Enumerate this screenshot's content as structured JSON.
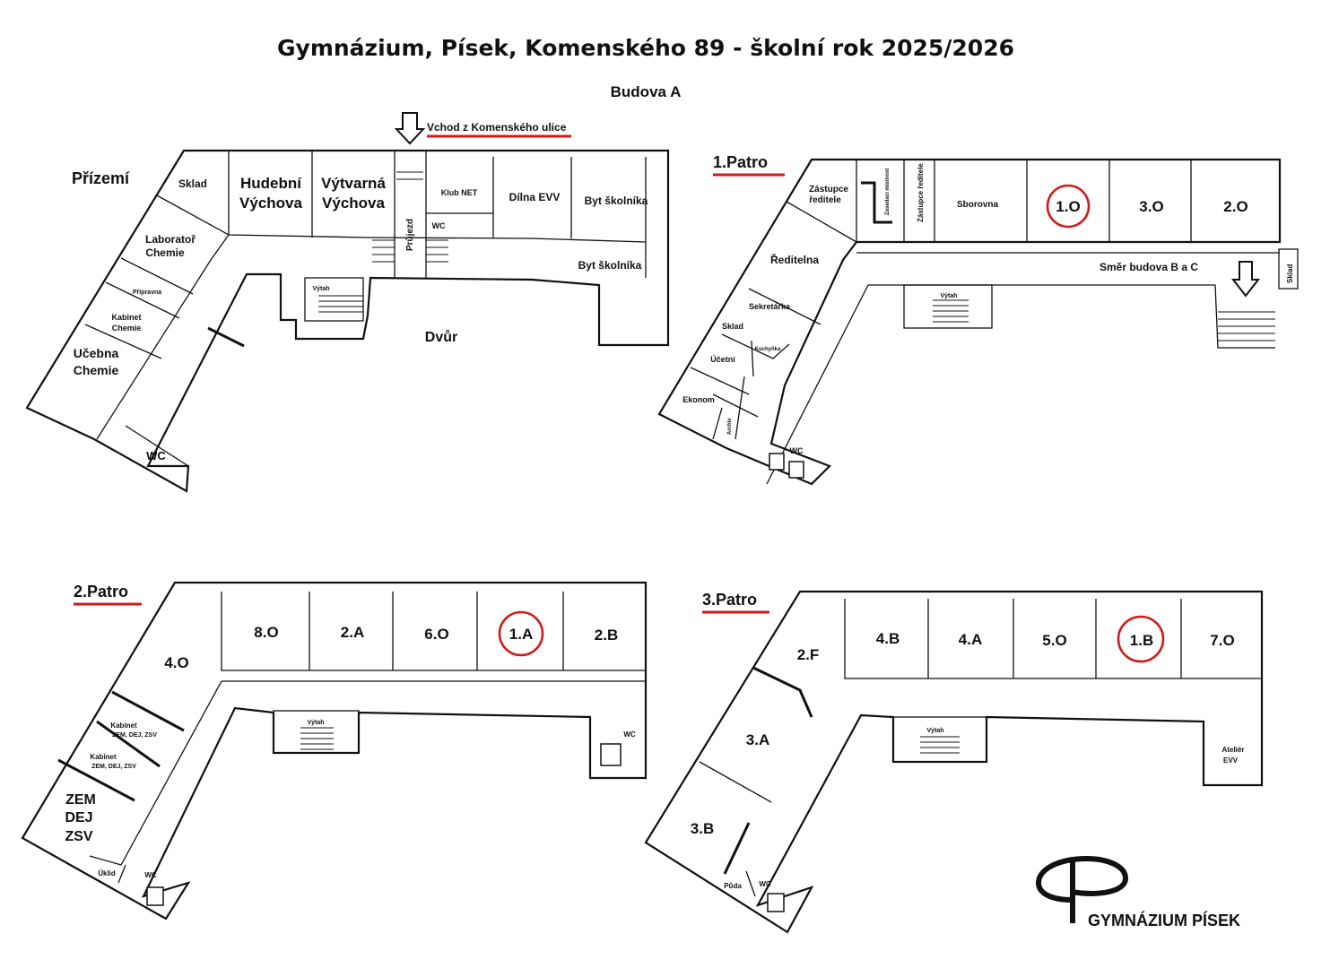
{
  "title": "Gymnázium, Písek, Komenského 89 - školní rok 2025/2026",
  "building": "Budova A",
  "entrance": "Vchod z Komenského ulice",
  "floors": {
    "ground": {
      "label": "Přízemí",
      "rooms": {
        "sklad": "Sklad",
        "hudebni_1": "Hudební",
        "hudebni_2": "Výchova",
        "vytvarna_1": "Výtvarná",
        "vytvarna_2": "Výchova",
        "prujezd": "Průjezd",
        "wc_top": "WC",
        "klub": "Klub NET",
        "dilna": "Dílna EVV",
        "byt1": "Byt školníka",
        "byt2": "Byt školníka",
        "lab_1": "Laboratoř",
        "lab_2": "Chemie",
        "priprava": "Přípravna",
        "kab_1": "Kabinet",
        "kab_2": "Chemie",
        "uceb_1": "Učebna",
        "uceb_2": "Chemie",
        "wc": "WC",
        "vytah": "Výtah",
        "dvur": "Dvůr"
      }
    },
    "first": {
      "label": "1.Patro",
      "rooms": {
        "zast_1": "Zástupce",
        "zast_2": "ředitele",
        "zasedaci": "Zasedací místnost",
        "zast_v": "Zástupce ředitele",
        "sborovna": "Sborovna",
        "r1": "1.O",
        "r2": "3.O",
        "r3": "2.O",
        "reditelna": "Ředitelna",
        "sekretarka": "Sekretářka",
        "sklad": "Sklad",
        "kuchynka": "Kuchyňka",
        "ucetni": "Účetní",
        "ekonom": "Ekonom",
        "archiv": "Archiv",
        "wc": "WC",
        "vytah": "Výtah",
        "smer": "Směr budova B a C",
        "sklad_side": "Sklad"
      }
    },
    "second": {
      "label": "2.Patro",
      "rooms": {
        "r1": "8.O",
        "r2": "2.A",
        "r3": "6.O",
        "r4": "1.A",
        "r5": "2.B",
        "r0": "4.O",
        "kab1_1": "Kabinet",
        "kab1_2": "ZEM, DEJ, ZSV",
        "kab2_1": "Kabinet",
        "kab2_2": "ZEM, DEJ, ZSV",
        "zem": "ZEM",
        "dej": "DEJ",
        "zsv": "ZSV",
        "uklid": "Úklid",
        "wc_left": "WC",
        "wc_right": "WC",
        "vytah": "Výtah"
      }
    },
    "third": {
      "label": "3.Patro",
      "rooms": {
        "r0": "2.F",
        "r1": "4.B",
        "r2": "4.A",
        "r3": "5.O",
        "r4": "1.B",
        "r5": "7.O",
        "a3": "3.A",
        "b3": "3.B",
        "puda": "Půda",
        "wc": "WC",
        "vytah": "Výtah",
        "atelier_1": "Ateliér",
        "atelier_2": "EVV"
      }
    }
  },
  "logo": {
    "text": "GYMNÁZIUM PÍSEK"
  },
  "colors": {
    "highlight": "#d11a1a",
    "ink": "#111111"
  }
}
